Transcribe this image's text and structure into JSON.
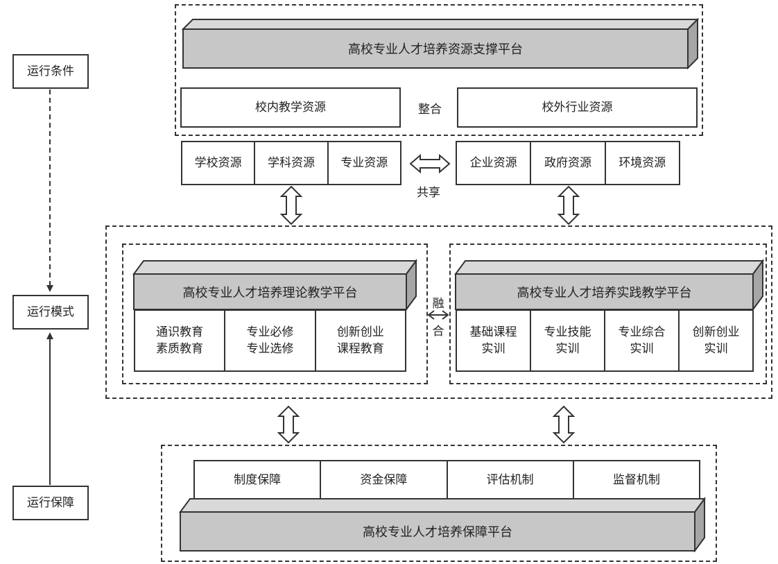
{
  "left": {
    "conditions": "运行条件",
    "mode": "运行模式",
    "guarantee": "运行保障"
  },
  "support": {
    "title": "高校专业人才培养资源支撑平台",
    "internal": "校内教学资源",
    "integrate": "整合",
    "external": "校外行业资源"
  },
  "resources": {
    "school": [
      "学校资源",
      "学科资源",
      "专业资源"
    ],
    "industry": [
      "企业资源",
      "政府资源",
      "环境资源"
    ],
    "share": "共享"
  },
  "theory": {
    "title": "高校专业人才培养理论教学平台",
    "items": [
      "通识教育\n素质教育",
      "专业必修\n专业选修",
      "创新创业\n课程教育"
    ]
  },
  "fusion": [
    "融",
    "合"
  ],
  "practice": {
    "title": "高校专业人才培养实践教学平台",
    "items": [
      "基础课程\n实训",
      "专业技能\n实训",
      "专业综合\n实训",
      "创新创业\n实训"
    ]
  },
  "guarantee": {
    "items": [
      "制度保障",
      "资金保障",
      "评估机制",
      "监督机制"
    ],
    "title": "高校专业人才培养保障平台"
  },
  "colors": {
    "slab_face": "#c7c7c7",
    "slab_side": "#a6a6a6",
    "line": "#333333"
  }
}
